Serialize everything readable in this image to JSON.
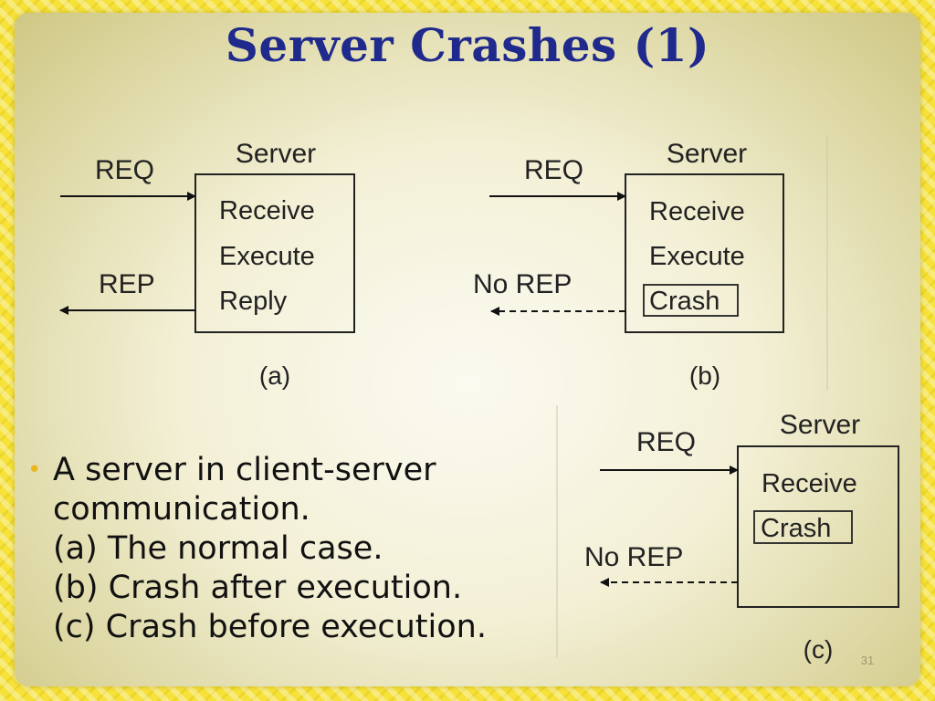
{
  "slide": {
    "title": "Server Crashes (1)",
    "page_number": "31"
  },
  "diagrams": {
    "a": {
      "server_label": "Server",
      "req_label": "REQ",
      "rep_label": "REP",
      "lines": [
        "Receive",
        "Execute",
        "Reply"
      ],
      "caption": "(a)"
    },
    "b": {
      "server_label": "Server",
      "req_label": "REQ",
      "rep_label": "No REP",
      "lines": [
        "Receive",
        "Execute",
        "Crash"
      ],
      "caption": "(b)"
    },
    "c": {
      "server_label": "Server",
      "req_label": "REQ",
      "rep_label": "No REP",
      "lines": [
        "Receive",
        "Crash"
      ],
      "caption": "(c)"
    }
  },
  "bullets": {
    "lines": [
      "A server in client-server",
      "communication.",
      "(a) The normal case.",
      "(b) Crash after execution.",
      "(c) Crash before execution."
    ]
  },
  "colors": {
    "title": "#1f2a8c",
    "bullet": "#e8b820",
    "background": "#f6e23a"
  }
}
